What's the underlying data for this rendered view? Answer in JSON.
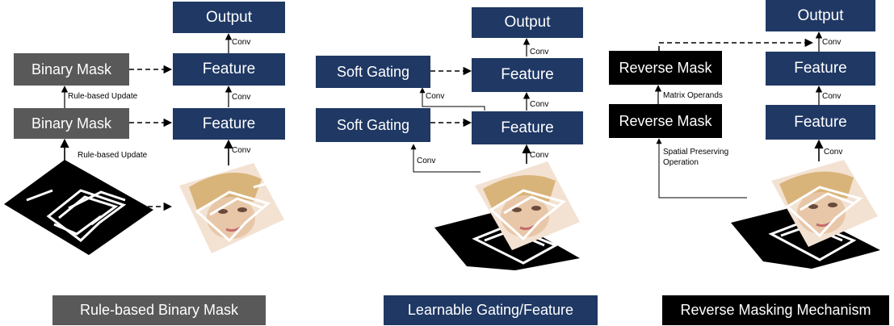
{
  "panels": [
    {
      "caption": "Rule-based Binary Mask",
      "mask_box_top": "Binary Mask",
      "mask_box_bottom": "Binary Mask",
      "feature_top": "Feature",
      "feature_bottom": "Feature",
      "output": "Output",
      "label_update_top": "Rule-based Update",
      "label_update_bottom": "Rule-based Update",
      "label_conv_output": "Conv",
      "label_conv_mid": "Conv",
      "label_conv_input": "Conv"
    },
    {
      "caption": "Learnable Gating/Feature",
      "gate_top": "Soft Gating",
      "gate_bottom": "Soft Gating",
      "feature_top": "Feature",
      "feature_bottom": "Feature",
      "output": "Output",
      "label_conv_output": "Conv",
      "label_conv_mid": "Conv",
      "label_conv_input": "Conv",
      "label_conv_gate": "Conv",
      "label_conv_gate_input": "Conv"
    },
    {
      "caption": "Reverse Masking Mechanism",
      "reverse_top": "Reverse Mask",
      "reverse_bottom": "Reverse Mask",
      "feature_top": "Feature",
      "feature_bottom": "Feature",
      "output": "Output",
      "label_conv_output": "Conv",
      "label_conv_mid": "Conv",
      "label_conv_input": "Conv",
      "label_matrix": "Matrix Operands",
      "label_spatial_1": "Spatial Preserving",
      "label_spatial_2": "Operation"
    }
  ],
  "colors": {
    "navy": "#1f3864",
    "gray": "#595959",
    "black": "#000000",
    "skin": "#e8c7a8",
    "hair": "#d9b47a"
  },
  "icons": [
    "mask-image",
    "face-image"
  ]
}
